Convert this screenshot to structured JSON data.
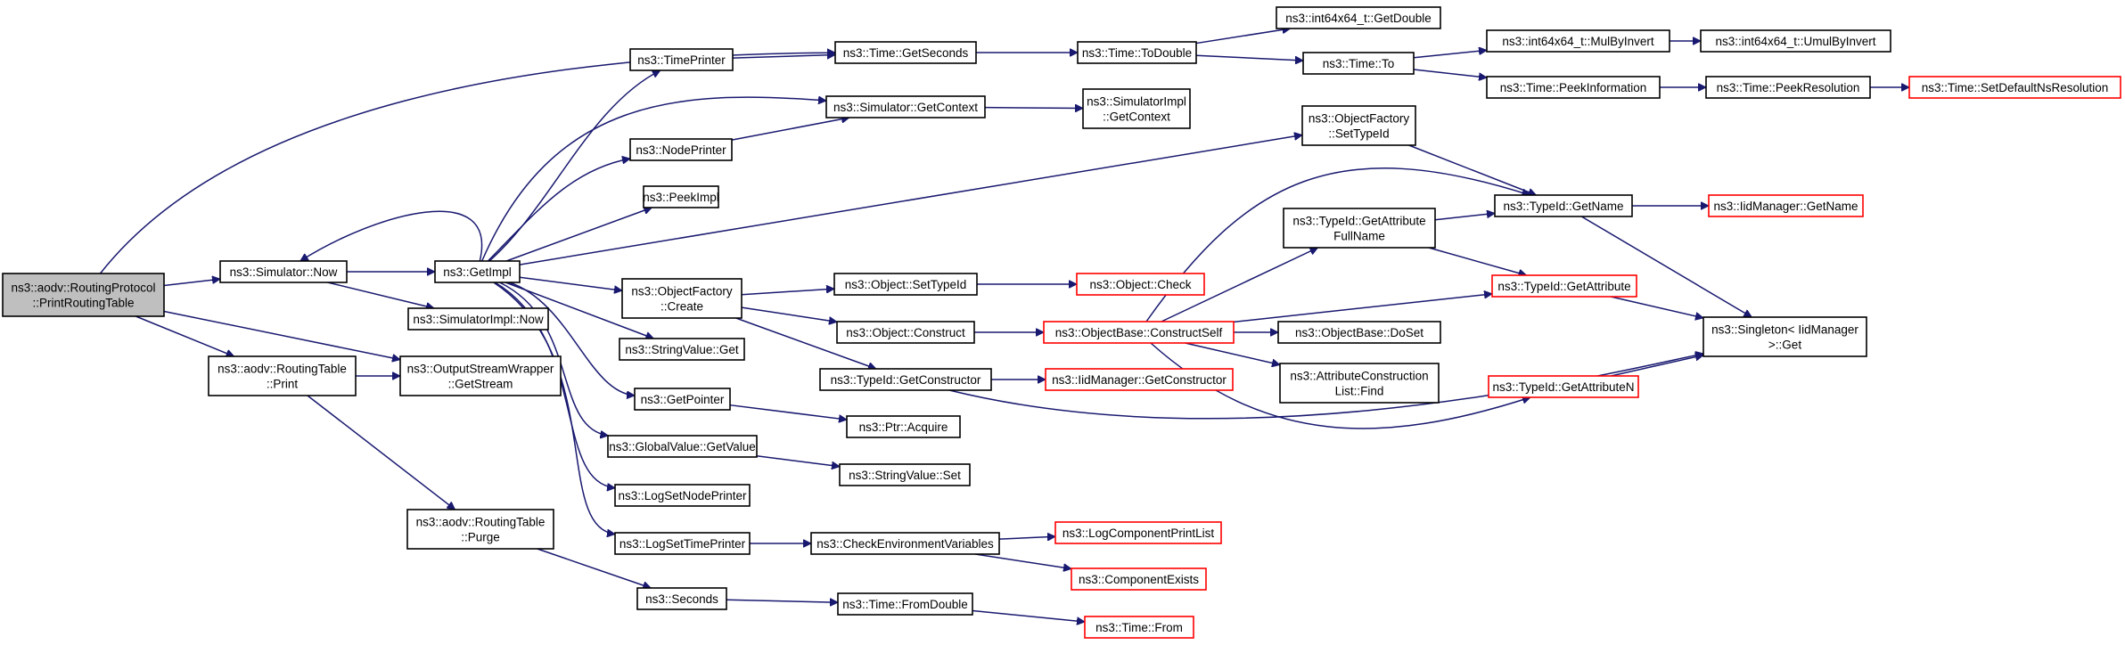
{
  "colors": {
    "edge": "#191970",
    "truncated_border": "#ff0000",
    "normal_border": "#000000",
    "root_fill": "#bfbfbf",
    "node_fill": "#ffffff"
  },
  "nodes": {
    "root": {
      "lines": [
        "ns3::aodv::RoutingProtocol",
        "::PrintRoutingTable"
      ],
      "truncated": false,
      "root": true
    },
    "simNow": {
      "lines": [
        "ns3::Simulator::Now"
      ],
      "truncated": false
    },
    "rtPrint": {
      "lines": [
        "ns3::aodv::RoutingTable",
        "::Print"
      ],
      "truncated": false
    },
    "rtPurge": {
      "lines": [
        "ns3::aodv::RoutingTable",
        "::Purge"
      ],
      "truncated": false
    },
    "getImpl": {
      "lines": [
        "ns3::GetImpl"
      ],
      "truncated": false
    },
    "simImplNow": {
      "lines": [
        "ns3::SimulatorImpl::Now"
      ],
      "truncated": false
    },
    "oswGetStream": {
      "lines": [
        "ns3::OutputStreamWrapper",
        "::GetStream"
      ],
      "truncated": false
    },
    "timePrinter": {
      "lines": [
        "ns3::TimePrinter"
      ],
      "truncated": false
    },
    "nodePrinter": {
      "lines": [
        "ns3::NodePrinter"
      ],
      "truncated": false
    },
    "peekImpl": {
      "lines": [
        "ns3::PeekImpl"
      ],
      "truncated": false
    },
    "ofCreate": {
      "lines": [
        "ns3::ObjectFactory",
        "::Create"
      ],
      "truncated": false
    },
    "svGet": {
      "lines": [
        "ns3::StringValue::Get"
      ],
      "truncated": false
    },
    "getPointer": {
      "lines": [
        "ns3::GetPointer"
      ],
      "truncated": false
    },
    "gvGetValue": {
      "lines": [
        "ns3::GlobalValue::GetValue"
      ],
      "truncated": false
    },
    "logSetNodePrinter": {
      "lines": [
        "ns3::LogSetNodePrinter"
      ],
      "truncated": false
    },
    "logSetTimePrinter": {
      "lines": [
        "ns3::LogSetTimePrinter"
      ],
      "truncated": false
    },
    "seconds": {
      "lines": [
        "ns3::Seconds"
      ],
      "truncated": false
    },
    "timeGetSeconds": {
      "lines": [
        "ns3::Time::GetSeconds"
      ],
      "truncated": false
    },
    "simGetContext": {
      "lines": [
        "ns3::Simulator::GetContext"
      ],
      "truncated": false
    },
    "objSetTypeId": {
      "lines": [
        "ns3::Object::SetTypeId"
      ],
      "truncated": false
    },
    "objConstruct": {
      "lines": [
        "ns3::Object::Construct"
      ],
      "truncated": false
    },
    "tidGetConstructor": {
      "lines": [
        "ns3::TypeId::GetConstructor"
      ],
      "truncated": false
    },
    "ptrAcquire": {
      "lines": [
        "ns3::Ptr::Acquire"
      ],
      "truncated": false
    },
    "svSet": {
      "lines": [
        "ns3::StringValue::Set"
      ],
      "truncated": false
    },
    "checkEnv": {
      "lines": [
        "ns3::CheckEnvironmentVariables"
      ],
      "truncated": false
    },
    "timeFromDouble": {
      "lines": [
        "ns3::Time::FromDouble"
      ],
      "truncated": false
    },
    "timeToDouble": {
      "lines": [
        "ns3::Time::ToDouble"
      ],
      "truncated": false
    },
    "simImplGetContext": {
      "lines": [
        "ns3::SimulatorImpl",
        "::GetContext"
      ],
      "truncated": false
    },
    "objCheck": {
      "lines": [
        "ns3::Object::Check"
      ],
      "truncated": true
    },
    "obConstructSelf": {
      "lines": [
        "ns3::ObjectBase::ConstructSelf"
      ],
      "truncated": true
    },
    "iidGetConstructor": {
      "lines": [
        "ns3::IidManager::GetConstructor"
      ],
      "truncated": true
    },
    "logCompPrintList": {
      "lines": [
        "ns3::LogComponentPrintList"
      ],
      "truncated": true
    },
    "componentExists": {
      "lines": [
        "ns3::ComponentExists"
      ],
      "truncated": true
    },
    "timeFrom": {
      "lines": [
        "ns3::Time::From"
      ],
      "truncated": true
    },
    "int64GetDouble": {
      "lines": [
        "ns3::int64x64_t::GetDouble"
      ],
      "truncated": false
    },
    "timeTo": {
      "lines": [
        "ns3::Time::To"
      ],
      "truncated": false
    },
    "ofSetTypeId": {
      "lines": [
        "ns3::ObjectFactory",
        "::SetTypeId"
      ],
      "truncated": false
    },
    "tidGetAttrFullName": {
      "lines": [
        "ns3::TypeId::GetAttribute",
        "FullName"
      ],
      "truncated": false
    },
    "obDoSet": {
      "lines": [
        "ns3::ObjectBase::DoSet"
      ],
      "truncated": false
    },
    "acListFind": {
      "lines": [
        "ns3::AttributeConstruction",
        "List::Find"
      ],
      "truncated": false
    },
    "int64MulByInvert": {
      "lines": [
        "ns3::int64x64_t::MulByInvert"
      ],
      "truncated": false
    },
    "timePeekInfo": {
      "lines": [
        "ns3::Time::PeekInformation"
      ],
      "truncated": false
    },
    "tidGetName": {
      "lines": [
        "ns3::TypeId::GetName"
      ],
      "truncated": false
    },
    "tidGetAttribute": {
      "lines": [
        "ns3::TypeId::GetAttribute"
      ],
      "truncated": true
    },
    "tidGetAttributeN": {
      "lines": [
        "ns3::TypeId::GetAttributeN"
      ],
      "truncated": true
    },
    "int64UmulByInvert": {
      "lines": [
        "ns3::int64x64_t::UmulByInvert"
      ],
      "truncated": false
    },
    "timePeekResolution": {
      "lines": [
        "ns3::Time::PeekResolution"
      ],
      "truncated": false
    },
    "iidGetName": {
      "lines": [
        "ns3::IidManager::GetName"
      ],
      "truncated": true
    },
    "singletonGet": {
      "lines": [
        "ns3::Singleton< IidManager",
        " >::Get"
      ],
      "truncated": false
    },
    "timeSetDefaultNsRes": {
      "lines": [
        "ns3::Time::SetDefaultNsResolution"
      ],
      "truncated": true
    }
  }
}
